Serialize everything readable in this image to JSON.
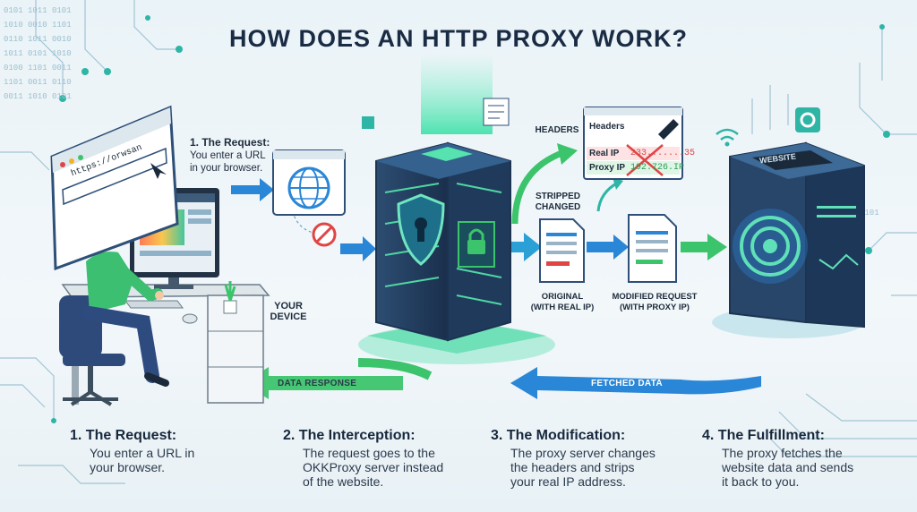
{
  "title": "HOW DOES AN HTTP PROXY WORK?",
  "browser": {
    "url": "https://orwsan"
  },
  "callout": {
    "heading": "1. The Request:",
    "text_line1": "You enter a URL",
    "text_line2": "in your browser."
  },
  "labels": {
    "your_device_line1": "YOUR",
    "your_device_line2": "DEVICE",
    "headers": "HEADERS",
    "stripped": "STRIPPED",
    "changed": "CHANGED",
    "original_line1": "ORIGINAL",
    "original_line2": "(WITH REAL IP)",
    "modified_line1": "MODIFIED REQUEST",
    "modified_line2": "(WITH PROXY IP)",
    "data_response": "DATA RESPONSE",
    "fetched_data": "FETCHED DATA",
    "website": "WEBSITE"
  },
  "headers_panel": {
    "title": "Headers",
    "real_ip_label": "Real IP",
    "real_ip_value": "233.......35",
    "proxy_ip_label": "Proxy IP",
    "proxy_ip_value": "192.726.IP"
  },
  "steps": [
    {
      "heading": "1. The Request:",
      "line1": "You enter a URL in",
      "line2": "your browser."
    },
    {
      "heading": "2. The Interception:",
      "line1": "The request goes to the",
      "line2": "OKKProxy server instead",
      "line3": "of the website."
    },
    {
      "heading": "3. The Modification:",
      "line1": "The proxy server changes",
      "line2": "the headers and strips",
      "line3": "your real IP address."
    },
    {
      "heading": "4. The Fulfillment:",
      "line1": "The proxy fetches the",
      "line2": "website data and sends",
      "line3": "it back to you."
    }
  ],
  "colors": {
    "teal": "#1fb6a6",
    "green": "#3cc46c",
    "blue": "#2a86d6",
    "navy": "#1a2b44",
    "red": "#e04545"
  }
}
